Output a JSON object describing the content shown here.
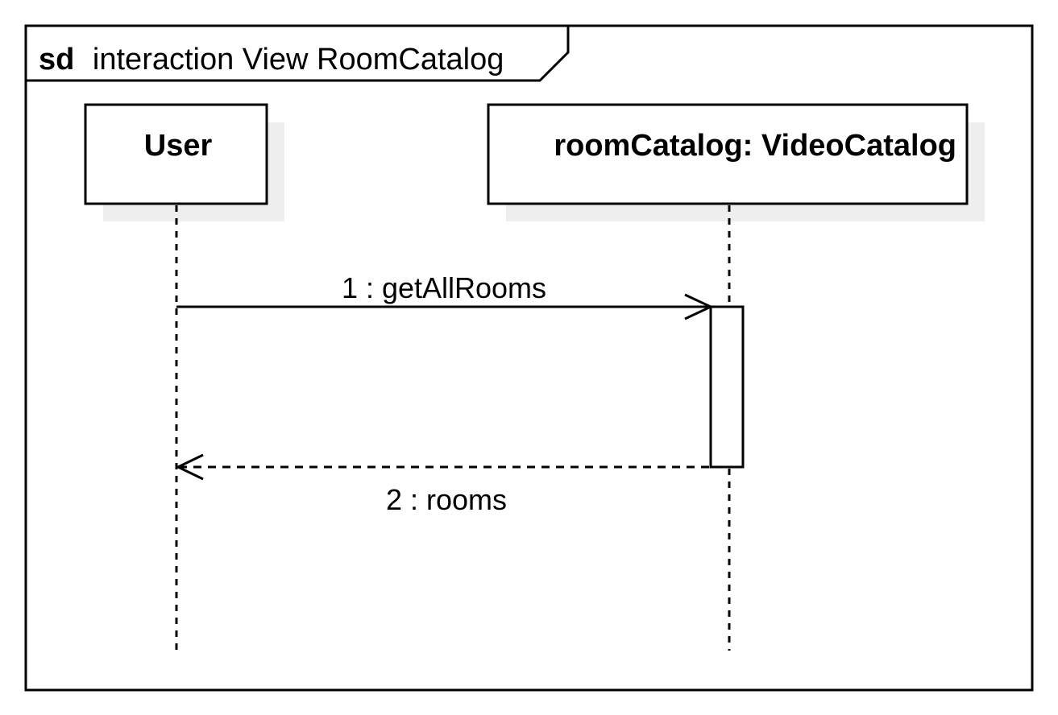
{
  "frame": {
    "keyword": "sd",
    "title": "interaction View RoomCatalog"
  },
  "lifelines": [
    {
      "label": "User"
    },
    {
      "label": "roomCatalog: VideoCatalog"
    }
  ],
  "messages": [
    {
      "label": "1 : getAllRooms",
      "kind": "synchronous"
    },
    {
      "label": "2 : rooms",
      "kind": "reply"
    }
  ],
  "colors": {
    "stroke": "#000000",
    "shadow": "#eeeeee",
    "background": "#ffffff"
  }
}
